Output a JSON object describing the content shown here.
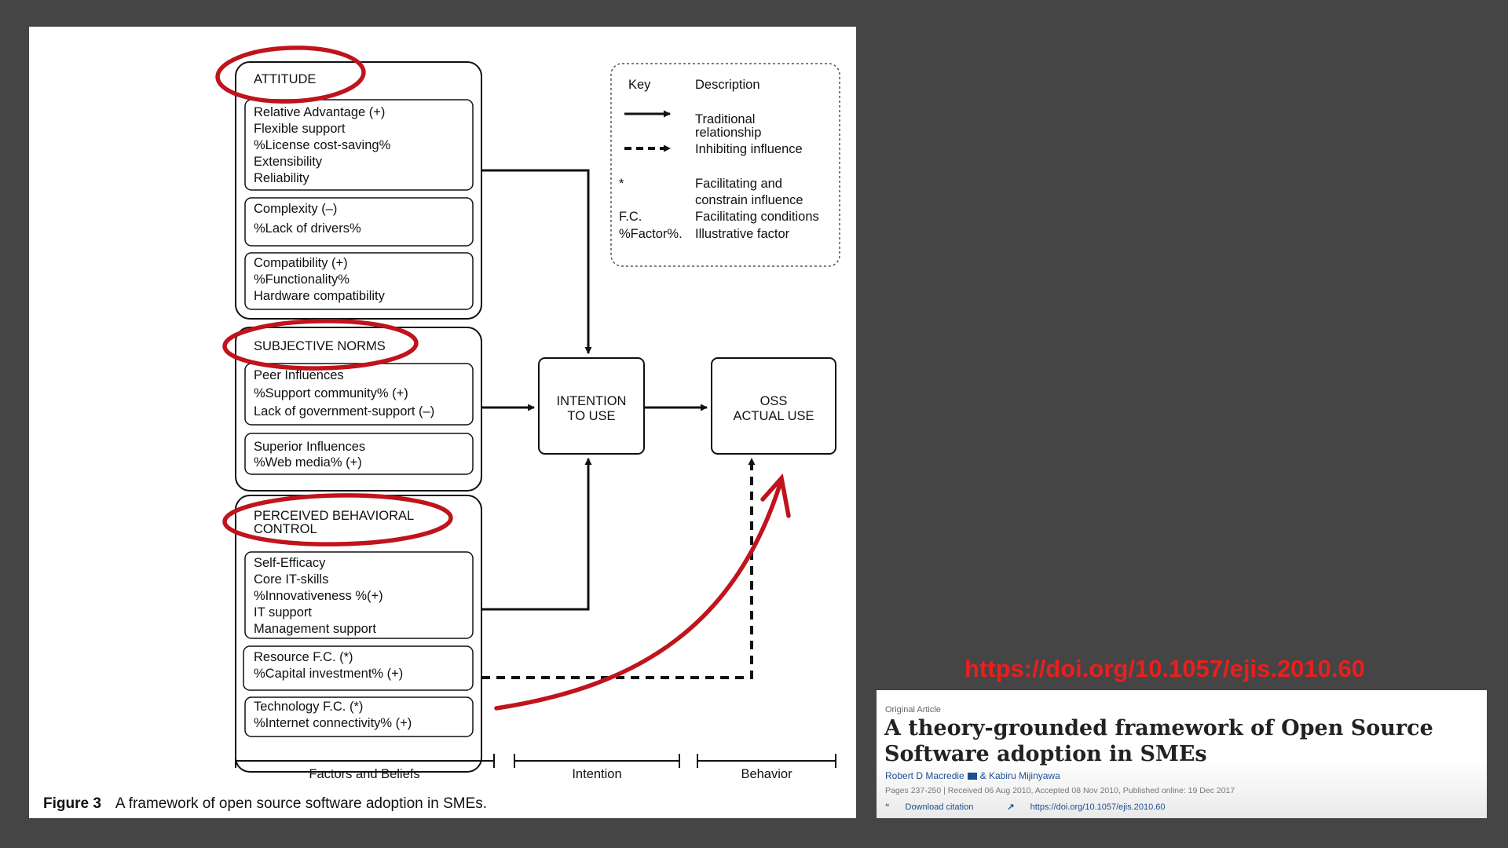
{
  "diagram": {
    "attitude": {
      "title": "ATTITUDE",
      "groups": [
        [
          "Relative Advantage (+)",
          "Flexible support",
          "%License cost-saving%",
          "Extensibility",
          "Reliability"
        ],
        [
          "Complexity (–)",
          "%Lack of drivers%"
        ],
        [
          "Compatibility (+)",
          "%Functionality%",
          "Hardware compatibility"
        ]
      ]
    },
    "subjective_norms": {
      "title": "SUBJECTIVE NORMS",
      "groups": [
        [
          "Peer Influences",
          "%Support community% (+)",
          "Lack of government-support (–)"
        ],
        [
          "Superior Influences",
          "%Web media% (+)"
        ]
      ]
    },
    "perceived_behavioral_control": {
      "title_lines": [
        "PERCEIVED BEHAVIORAL",
        "CONTROL"
      ],
      "groups": [
        [
          "Self-Efficacy",
          "Core IT-skills",
          "%Innovativeness %(+)",
          "IT support",
          "Management support"
        ],
        [
          "Resource F.C. (*)",
          "%Capital investment% (+)"
        ],
        [
          "Technology F.C. (*)",
          "%Internet connectivity% (+)"
        ]
      ]
    },
    "intention": [
      "INTENTION",
      "TO USE"
    ],
    "actual_use": [
      "OSS",
      "ACTUAL USE"
    ],
    "key": {
      "header_key": "Key",
      "header_description": "Description",
      "traditional": [
        "Traditional",
        "relationship"
      ],
      "inhibiting": "Inhibiting influence",
      "rows": [
        {
          "symbol": "*",
          "text": [
            "Facilitating and",
            "constrain influence"
          ]
        },
        {
          "symbol": "F.C.",
          "text": [
            "Facilitating conditions"
          ]
        },
        {
          "symbol": "%Factor%.",
          "text": [
            "Illustrative factor"
          ]
        }
      ]
    },
    "phases": [
      "Factors and Beliefs",
      "Intention",
      "Behavior"
    ]
  },
  "caption": {
    "label": "Figure 3",
    "text": "A framework of open source software adoption in SMEs."
  },
  "doi_link": "https://doi.org/10.1057/ejis.2010.60",
  "article": {
    "type": "Original Article",
    "title": "A theory-grounded framework of Open Source Software adoption in SMEs",
    "author_1": "Robert D Macredie",
    "author_2": "& Kabiru Mijinyawa",
    "meta": "Pages 237-250 | Received 06 Aug 2010, Accepted 08 Nov 2010, Published online: 19 Dec 2017",
    "download": "Download citation",
    "doi": "https://doi.org/10.1057/ejis.2010.60"
  },
  "colors": {
    "background": "#454545",
    "annotation_red": "#c0141c",
    "link_red": "#e8201e",
    "author_blue": "#1d4f91"
  }
}
